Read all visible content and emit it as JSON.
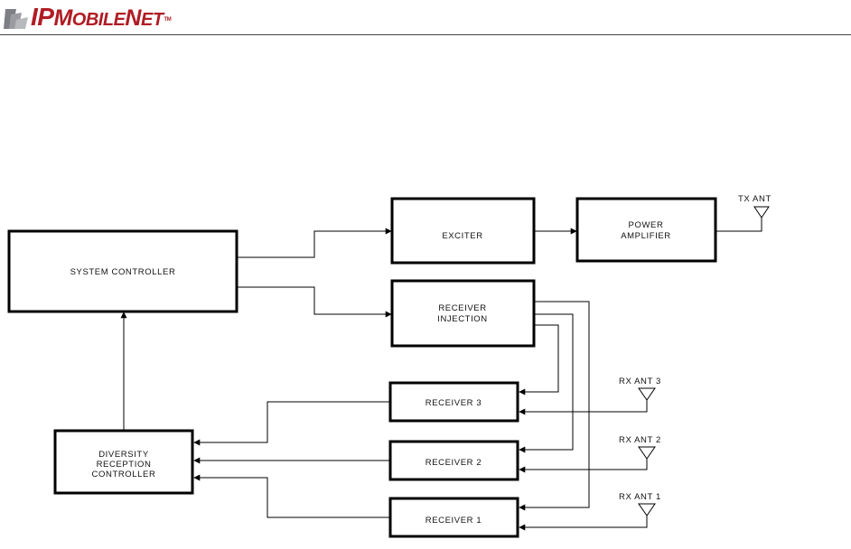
{
  "header": {
    "logo": {
      "ip": "IP",
      "m": "M",
      "obile": "OBILE",
      "n": "N",
      "et": "ET",
      "tm": "TM"
    }
  },
  "diagram": {
    "blocks": {
      "system_controller": [
        "SYSTEM CONTROLLER"
      ],
      "exciter": [
        "EXCITER"
      ],
      "power_amplifier": [
        "POWER",
        "AMPLIFIER"
      ],
      "receiver_injection": [
        "RECEIVER",
        "INJECTION"
      ],
      "receiver_3": [
        "RECEIVER 3"
      ],
      "receiver_2": [
        "RECEIVER 2"
      ],
      "receiver_1": [
        "RECEIVER 1"
      ],
      "diversity_controller": [
        "DIVERSITY",
        "RECEPTION",
        "CONTROLLER"
      ]
    },
    "antennas": {
      "tx": "TX ANT",
      "rx3": "RX ANT 3",
      "rx2": "RX ANT 2",
      "rx1": "RX ANT 1"
    }
  }
}
